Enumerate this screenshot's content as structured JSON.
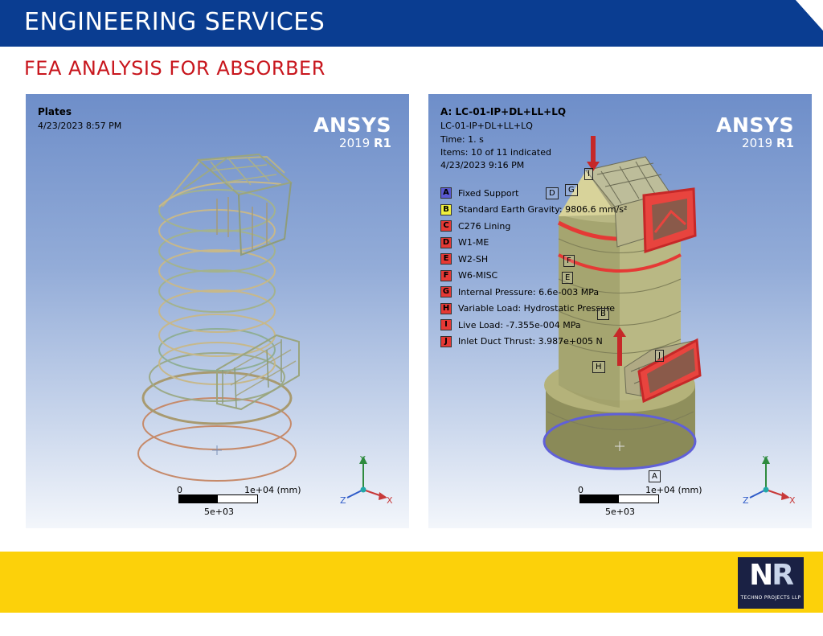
{
  "header": {
    "title": "ENGINEERING SERVICES"
  },
  "subtitle": "FEA ANALYSIS FOR ABSORBER",
  "left_panel": {
    "title": "Plates",
    "date": "4/23/2023 8:57 PM",
    "brand_name": "ANSYS",
    "brand_version_prefix": "2019 ",
    "brand_version_suffix": "R1",
    "scale": {
      "zero": "0",
      "max": "1e+04 (mm)",
      "mid": "5e+03"
    },
    "axes": {
      "y": "Y",
      "z": "Z",
      "x": "X"
    }
  },
  "right_panel": {
    "title": "A: LC-01-IP+DL+LL+LQ",
    "lines": [
      "LC-01-IP+DL+LL+LQ",
      "Time: 1. s",
      "Items: 10 of 11 indicated",
      "4/23/2023 9:16 PM"
    ],
    "brand_name": "ANSYS",
    "brand_version_prefix": "2019 ",
    "brand_version_suffix": "R1",
    "legend": [
      {
        "key": "A",
        "label": "Fixed Support",
        "color": "#5a5ad2"
      },
      {
        "key": "B",
        "label": "Standard Earth Gravity: 9806.6 mm/s²",
        "color": "#f0f03c"
      },
      {
        "key": "C",
        "label": "C276 Lining",
        "color": "#e53935"
      },
      {
        "key": "D",
        "label": "W1-ME",
        "color": "#e53935"
      },
      {
        "key": "E",
        "label": "W2-SH",
        "color": "#e53935"
      },
      {
        "key": "F",
        "label": "W6-MISC",
        "color": "#e53935"
      },
      {
        "key": "G",
        "label": "Internal Pressure: 6.6e-003 MPa",
        "color": "#e53935"
      },
      {
        "key": "H",
        "label": "Variable Load: Hydrostatic Pressure",
        "color": "#e53935"
      },
      {
        "key": "I",
        "label": "Live Load: -7.355e-004 MPa",
        "color": "#e53935"
      },
      {
        "key": "J",
        "label": "Inlet Duct Thrust: 3.987e+005 N",
        "color": "#e53935"
      }
    ],
    "tags": {
      "d": "D",
      "g": "G",
      "f": "F",
      "e": "E",
      "b": "B",
      "h": "H",
      "j": "J",
      "i": "I",
      "a": "A"
    },
    "scale": {
      "zero": "0",
      "max": "1e+04 (mm)",
      "mid": "5e+03"
    },
    "axes": {
      "y": "Y",
      "z": "Z",
      "x": "X"
    }
  },
  "footer": {
    "logo_mark_n": "N",
    "logo_mark_r": "R",
    "logo_sub": "TECHNO PROJECTS LLP"
  },
  "colors": {
    "banner": "#0a3d91",
    "accent": "#c8161d",
    "footer": "#fcd10a",
    "logo_bg": "#1a2144"
  }
}
